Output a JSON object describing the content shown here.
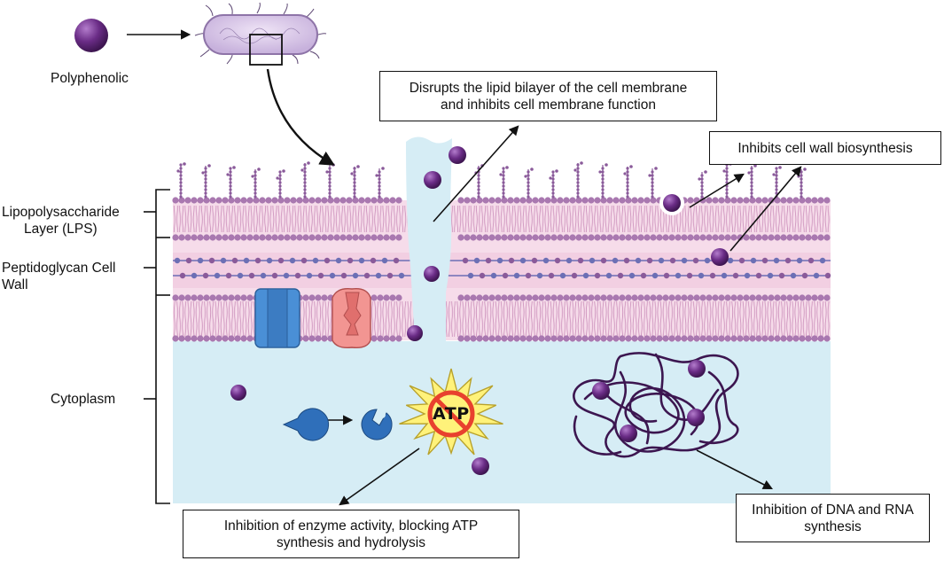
{
  "labels": {
    "polyphenolic": "Polyphenolic",
    "lps_line1": "Lipopolysaccharide",
    "lps_line2": "Layer (LPS)",
    "pg_line1": "Peptidoglycan Cell",
    "pg_line2": "Wall",
    "cytoplasm": "Cytoplasm",
    "atp": "ATP"
  },
  "callouts": {
    "membrane_line1": "Disrupts the lipid bilayer of the cell membrane",
    "membrane_line2": "and inhibits cell membrane function",
    "cell_wall": "Inhibits cell wall biosynthesis",
    "enzyme_line1": "Inhibition of enzyme activity, blocking ATP",
    "enzyme_line2": "synthesis and hydrolysis",
    "dna_line1": "Inhibition of DNA and RNA",
    "dna_line2": "synthesis"
  },
  "colors": {
    "polyphenol": "#6a2c86",
    "lipid_head": "#a978b0",
    "membrane_band": "#f4d6e8",
    "cytoplasm": "#d6edf5",
    "channel_blue": "#3f7fc6",
    "channel_pink": "#f08a8a",
    "enzyme_blue": "#2f6fba",
    "atp_star": "#fff27a",
    "no_sign": "#e8412e",
    "dna": "#3c1650"
  },
  "icons": [
    "bacterium-icon",
    "polyphenol-molecule-icon",
    "ion-channel-icon",
    "transporter-icon",
    "enzyme-icon",
    "atp-burst-icon",
    "prohibition-icon",
    "dna-tangle-icon"
  ]
}
